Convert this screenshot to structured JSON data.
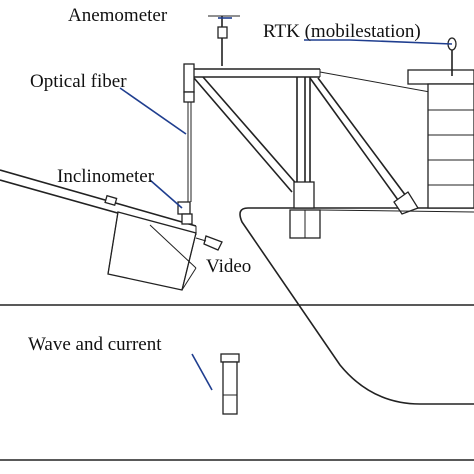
{
  "labels": {
    "anemometer": "Anemometer",
    "rtk": "RTK (mobilestation)",
    "optical_fiber": "Optical fiber",
    "inclinometer": "Inclinometer",
    "video": "Video",
    "wave_current": "Wave and current"
  },
  "colors": {
    "leader": "#1f3e8f",
    "line": "#222222",
    "background": "#ffffff"
  }
}
